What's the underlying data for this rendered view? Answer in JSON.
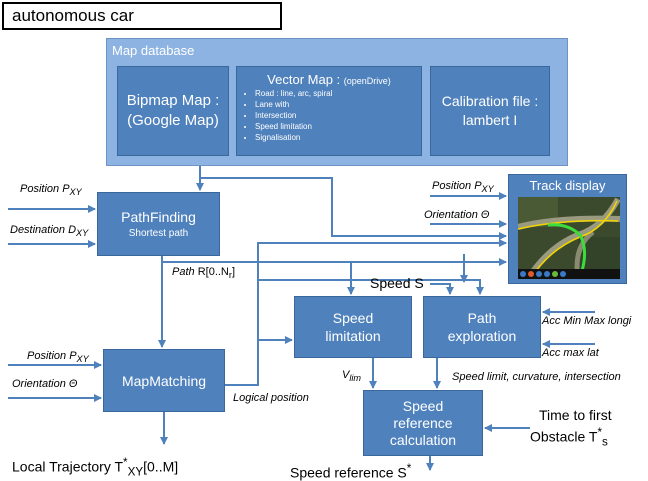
{
  "title": "autonomous car",
  "map_database": {
    "title": "Map database",
    "bipmap": [
      "Bipmap Map :",
      "(Google Map)"
    ],
    "vector_title": "Vector Map :",
    "vector_subtitle": "(openDrive)",
    "vector_items": [
      "Road : line, arc, spiral",
      "Lane with",
      "Intersection",
      "Speed limitation",
      "Signalisation"
    ],
    "calibration": [
      "Calibration file :",
      "lambert I"
    ]
  },
  "blocks": {
    "pathfinding": "PathFinding",
    "pathfinding_sub": "Shortest path",
    "mapmatching": "MapMatching",
    "speed_limitation": [
      "Speed",
      "limitation"
    ],
    "path_exploration": [
      "Path",
      "exploration"
    ],
    "speed_reference": [
      "Speed",
      "reference",
      "calculation"
    ],
    "track_display": "Track display"
  },
  "labels": {
    "position_pf": "Position P",
    "position_pf_sub": "XY",
    "destination": "Destination D",
    "destination_sub": "XY",
    "path": "Path",
    "path_rest": " R[0..N",
    "path_sub": "r",
    "path_end": "]",
    "position_mm": "Position P",
    "position_mm_sub": "XY",
    "orientation_mm": "Orientation Θ",
    "local_traj": "Local Trajectory T",
    "local_traj_sup": "*",
    "local_traj_sub": "XY",
    "local_traj_end": "[0..M]",
    "logical_position": "Logical position",
    "vlim": "V",
    "vlim_sub": "lim",
    "speed_s": "Speed S",
    "acc_longi": "Acc Min Max longi",
    "acc_lat": "Acc max lat",
    "speed_limit_info": "Speed limit, curvature, intersection",
    "time_first": "Time to first",
    "obstacle": "Obstacle T",
    "obstacle_sup": "*",
    "obstacle_sub": "s",
    "speed_reference": "Speed reference S",
    "speed_reference_sup": "*",
    "position_td": "Position P",
    "position_td_sub": "XY",
    "orientation_td": "Orientation Θ"
  },
  "colors": {
    "box": "#4f81bd",
    "mapdb": "#8db3e2",
    "arrow": "#4f81bd"
  }
}
